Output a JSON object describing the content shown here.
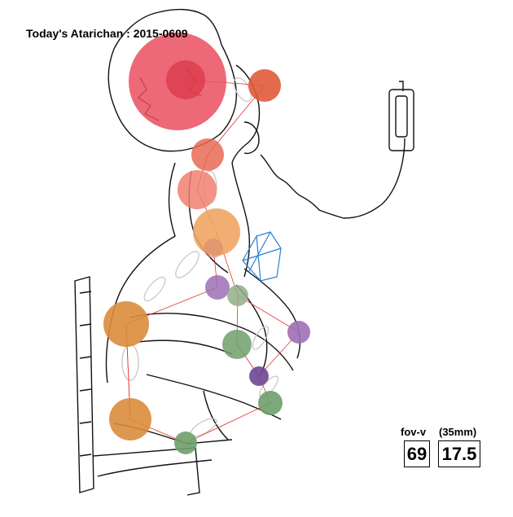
{
  "title": "Today's Atarichan : 2015-0609",
  "fov": {
    "label": "fov-v",
    "lens_label": "(35mm)",
    "fov_value": "69",
    "focal_value": "17.5"
  },
  "joint_colors": {
    "head": "#ea4f60",
    "head_core": "#d93848",
    "orange_red": "#e05a3a",
    "salmon": "#f08070",
    "peach": "#efa563",
    "amber": "#d98c3c",
    "violet": "#9d6fb5",
    "dark_violet": "#6e4795",
    "green": "#6f9f6a"
  },
  "skeleton_line_color": "#e83030",
  "camera_color": "#2a7fd4"
}
